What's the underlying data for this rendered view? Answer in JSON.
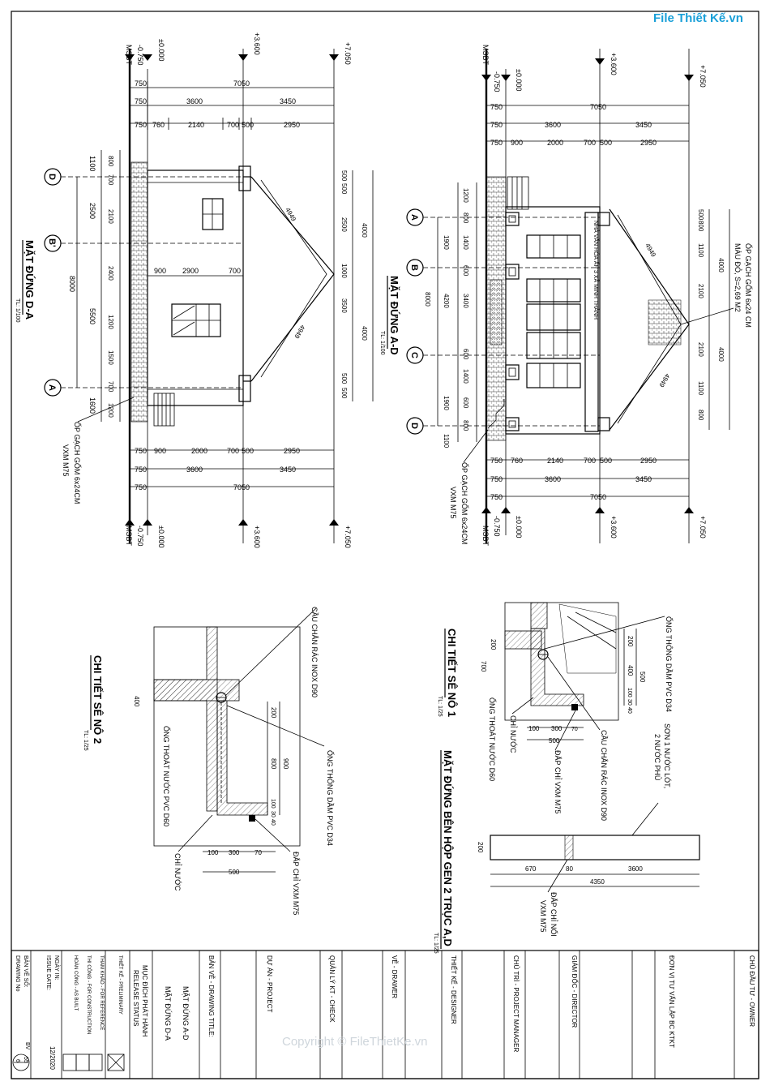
{
  "brand": "File Thiết Kế.vn",
  "watermark": "Copyright © FileThietKe.vn",
  "levels": {
    "msbt": "MSBT",
    "m0750": "-0.750",
    "p0000": "±0.000",
    "p3600": "+3.600",
    "p7050": "+7.050"
  },
  "elev_da": {
    "title": "MẶT ĐỨNG D-A",
    "scale": "TL: 1/100",
    "axes": [
      "D",
      "B'",
      "A"
    ],
    "dims_top": [
      [
        "750",
        "7050"
      ],
      [
        "750",
        "3600",
        "3450"
      ],
      [
        "750",
        "760",
        "2140",
        "700",
        "500",
        "2950"
      ]
    ],
    "dims_bottom": [
      [
        "750",
        "900",
        "2000",
        "700",
        "500",
        "2950"
      ],
      [
        "750",
        "3600",
        "3450"
      ],
      [
        "750",
        "7050"
      ]
    ],
    "dims_left": [
      "1100",
      "2500",
      "5500",
      "1600",
      "8000",
      "800",
      "700",
      "2100",
      "2400",
      "1200",
      "1500",
      "700",
      "1200"
    ],
    "dims_inner": [
      "900",
      "2900",
      "700"
    ],
    "dims_right": [
      "500",
      "500",
      "2500",
      "4000",
      "1000",
      "3500",
      "4000",
      "500",
      "500"
    ],
    "roof": [
      "4949",
      "4949"
    ],
    "note1": "ỐP GẠCH GỐM 6x24CM",
    "note2": "VXM M75"
  },
  "elev_ad": {
    "title": "MẶT ĐỨNG A-D",
    "scale": "TL: 1/100",
    "axes": [
      "A",
      "B",
      "C",
      "D"
    ],
    "dims_top": [
      [
        "750",
        "7050"
      ],
      [
        "750",
        "3600",
        "3450"
      ],
      [
        "750",
        "900",
        "2000",
        "700",
        "500",
        "2950"
      ]
    ],
    "dims_bottom": [
      [
        "750",
        "760",
        "2140",
        "700",
        "500",
        "2950"
      ],
      [
        "750",
        "3600",
        "3450"
      ],
      [
        "750",
        "7050"
      ]
    ],
    "dims_left": [
      "1200",
      "800",
      "1900",
      "1400",
      "600",
      "4200",
      "3400",
      "8000",
      "600",
      "1400",
      "1900",
      "600",
      "800",
      "1100"
    ],
    "dims_right": [
      "500",
      "800",
      "1100",
      "4000",
      "2100",
      "2100",
      "1100",
      "800",
      "4000"
    ],
    "roof": [
      "4949",
      "4949"
    ],
    "sign": "NHÀ VĂN HÓA ẤP 3 XÃ MINH THÀNH",
    "note1": "ỐP GẠCH GỐM 6x24 CM",
    "note2": "MÀU ĐỎ, S=2,69 M2",
    "note3": "ỐP GẠCH GỐM 6x24CM",
    "note4": "VXM M75"
  },
  "detail1": {
    "title": "CHI TIẾT SÊ NÔ 1",
    "scale": "TL: 1/25",
    "labels": [
      "ỐNG THÔNG DẦM PVC D34",
      "CẦU CHẮN RÁC INOX D90",
      "ĐẮP CHỈ VXM M75",
      "ỐNG THOÁT NƯỚC D60",
      "CHỈ NƯỚC"
    ],
    "dims": [
      "200",
      "700",
      "200",
      "500",
      "400",
      "100",
      "30",
      "40",
      "100",
      "300",
      "70",
      "500"
    ]
  },
  "detail2": {
    "title": "CHI TIẾT SÊ NÔ 2",
    "scale": "TL: 1/25",
    "labels": [
      "CẦU CHẮN RÁC INOX D90",
      "ỐNG THÔNG DẦM PVC D34",
      "ỐNG THOÁT NƯỚC PVC D60",
      "CHỈ NƯỚC",
      "ĐẮP CHỈ VXM M75"
    ],
    "dims": [
      "400",
      "200",
      "800",
      "900",
      "100",
      "30",
      "40",
      "100",
      "300",
      "70",
      "500"
    ]
  },
  "genbox": {
    "title": "MẶT ĐỨNG BÊN HỘP GEN 2 TRỤC A,D",
    "scale": "TL: 1/25",
    "labels": [
      "SƠN 1 NƯỚC LÓT,",
      "2 NƯỚC PHỦ",
      "ĐẮP CHỈ NỔI",
      "VXM M75"
    ],
    "dims": [
      "200",
      "670",
      "80",
      "3600",
      "4350"
    ]
  },
  "title_block": {
    "owner": "CHỦ ĐẦU TƯ - OWNER",
    "consultant": "ĐƠN VỊ TƯ VẤN LẬP BC KTKT",
    "director": "GIÁM ĐỐC - DIRECTOR",
    "pm": "CHỦ TRÌ - PROJECT MANAGER",
    "designer": "THIẾT KẾ - DESIGNER",
    "drawer": "VẼ - DRAWER",
    "check": "QUẢN LÝ KT - CHECK",
    "project": "DỰ ÁN - PROJECT",
    "drawing_title": "BẢN VẼ - DRAWING TITLE:",
    "drawing_name1": "MẶT ĐỨNG A-D",
    "drawing_name2": "MẶT ĐỨNG D-A",
    "release_status1": "MỤC ĐÍCH PHÁT HÀNH",
    "release_status2": "RELEASE STATUS",
    "statuses": [
      "THIẾT KẾ - PRELIMINARY",
      "THAM KHẢO - FOR REFERENCE",
      "THI CÔNG - FOR CONSTRUCTION",
      "HOÀN CÔNG - AS BUILT"
    ],
    "issue_label1": "NGÀY IN:",
    "issue_label2": "ISSUE DATE:",
    "issue_date": "12/2020",
    "drawing_no_label1": "BẢN VẼ SỐ:",
    "drawing_no_label2": "DRAWING No",
    "bv": "BV",
    "drawing_no_num": "55",
    "drawing_no_den": "6"
  }
}
